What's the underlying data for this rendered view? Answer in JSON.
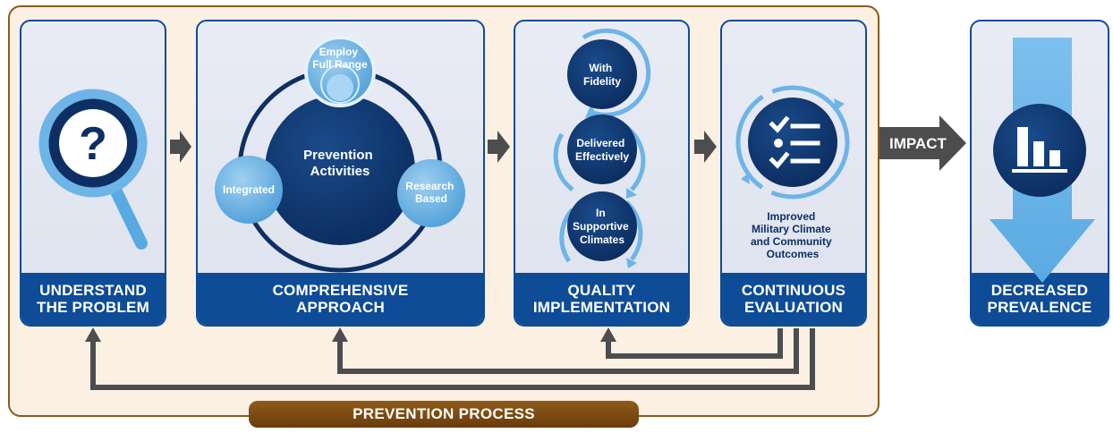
{
  "diagram": {
    "process_label": "PREVENTION PROCESS",
    "impact_label": "IMPACT",
    "steps": [
      {
        "title": "UNDERSTAND\nTHE PROBLEM",
        "icon": "question-magnifier-icon"
      },
      {
        "title": "COMPREHENSIVE\nAPPROACH",
        "icon": "activity-cycle"
      },
      {
        "title": "QUALITY\nIMPLEMENTATION",
        "icon": "implementation-chain"
      },
      {
        "title": "CONTINUOUS\nEVALUATION",
        "icon": "checklist-icon"
      },
      {
        "title": "DECREASED\nPREVALENCE",
        "icon": "bar-chart-down-icon"
      }
    ],
    "comprehensive": {
      "center": [
        "Prevention",
        "Activities"
      ],
      "top": [
        "Employ",
        "Full Range"
      ],
      "left": [
        "Integrated"
      ],
      "right": [
        "Research",
        "Based"
      ]
    },
    "implementation": {
      "circles": [
        [
          "With",
          "Fidelity"
        ],
        [
          "Delivered",
          "Effectively"
        ],
        [
          "In",
          "Supportive",
          "Climates"
        ]
      ]
    },
    "evaluation": {
      "outcome": [
        "Improved",
        "Military Climate",
        "and Community",
        "Outcomes"
      ]
    },
    "colors": {
      "navy": "#0f4c97",
      "dark_navy": "#0d2f63",
      "light_blue": "#6eb4e6",
      "arrow_gray": "#4d4d4f",
      "process_bg": "#fbf0e2",
      "process_border": "#8a5a1f",
      "label_brown": "#7a4a12"
    }
  }
}
